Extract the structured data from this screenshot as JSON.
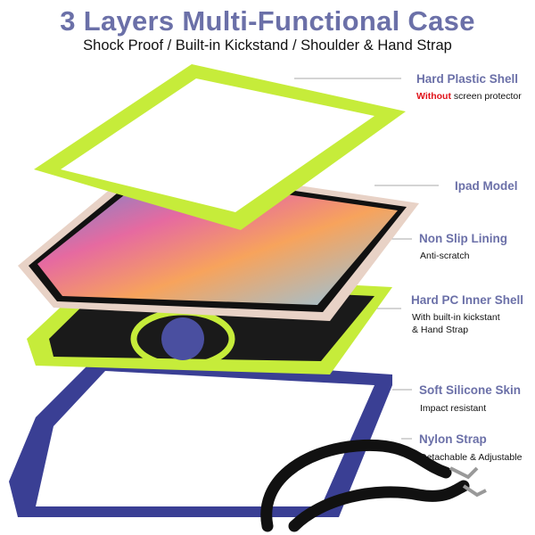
{
  "header": {
    "title": "3 Layers Multi-Functional Case",
    "subtitle": "Shock Proof / Built-in Kickstand / Shoulder & Hand Strap"
  },
  "features": [
    {
      "name": "Hard Plastic Shell",
      "note_highlight": "Without",
      "note": " screen protector"
    },
    {
      "name": "Ipad Model"
    },
    {
      "name": "Non Slip Lining",
      "note": "Anti-scratch"
    },
    {
      "name": "Hard PC Inner Shell",
      "note": "With built-in kickstant",
      "note2": "& Hand Strap"
    },
    {
      "name": "Soft Silicone Skin",
      "note": "Impact resistant"
    },
    {
      "name": "Nylon Strap",
      "note": "Detachable & Adjustable"
    }
  ],
  "colors": {
    "accent": "#6b70a8",
    "shell_green": "#c6ec3a",
    "skin_navy": "#3a3f94",
    "highlight_red": "#e0141b"
  }
}
